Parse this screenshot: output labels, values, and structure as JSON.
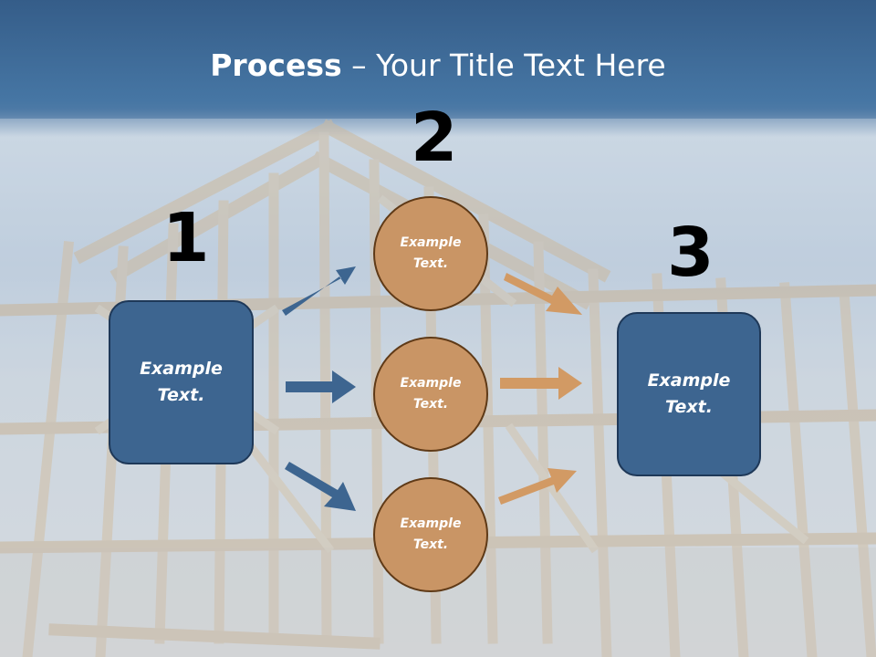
{
  "title": {
    "bold": "Process",
    "rest": " – Your Title Text Here"
  },
  "numbers": [
    "1",
    "2",
    "3"
  ],
  "left_box": {
    "text": "Example\nText."
  },
  "circles": [
    {
      "text": "Example\nText."
    },
    {
      "text": "Example\nText."
    },
    {
      "text": "Example\nText."
    }
  ],
  "right_box": {
    "text": "Example\nText."
  },
  "colors": {
    "box_fill": "#3d6590",
    "circle_fill": "#c99565",
    "arrow_left": "#3d6590",
    "arrow_right": "#d29a64",
    "header": "#3f6b98"
  }
}
